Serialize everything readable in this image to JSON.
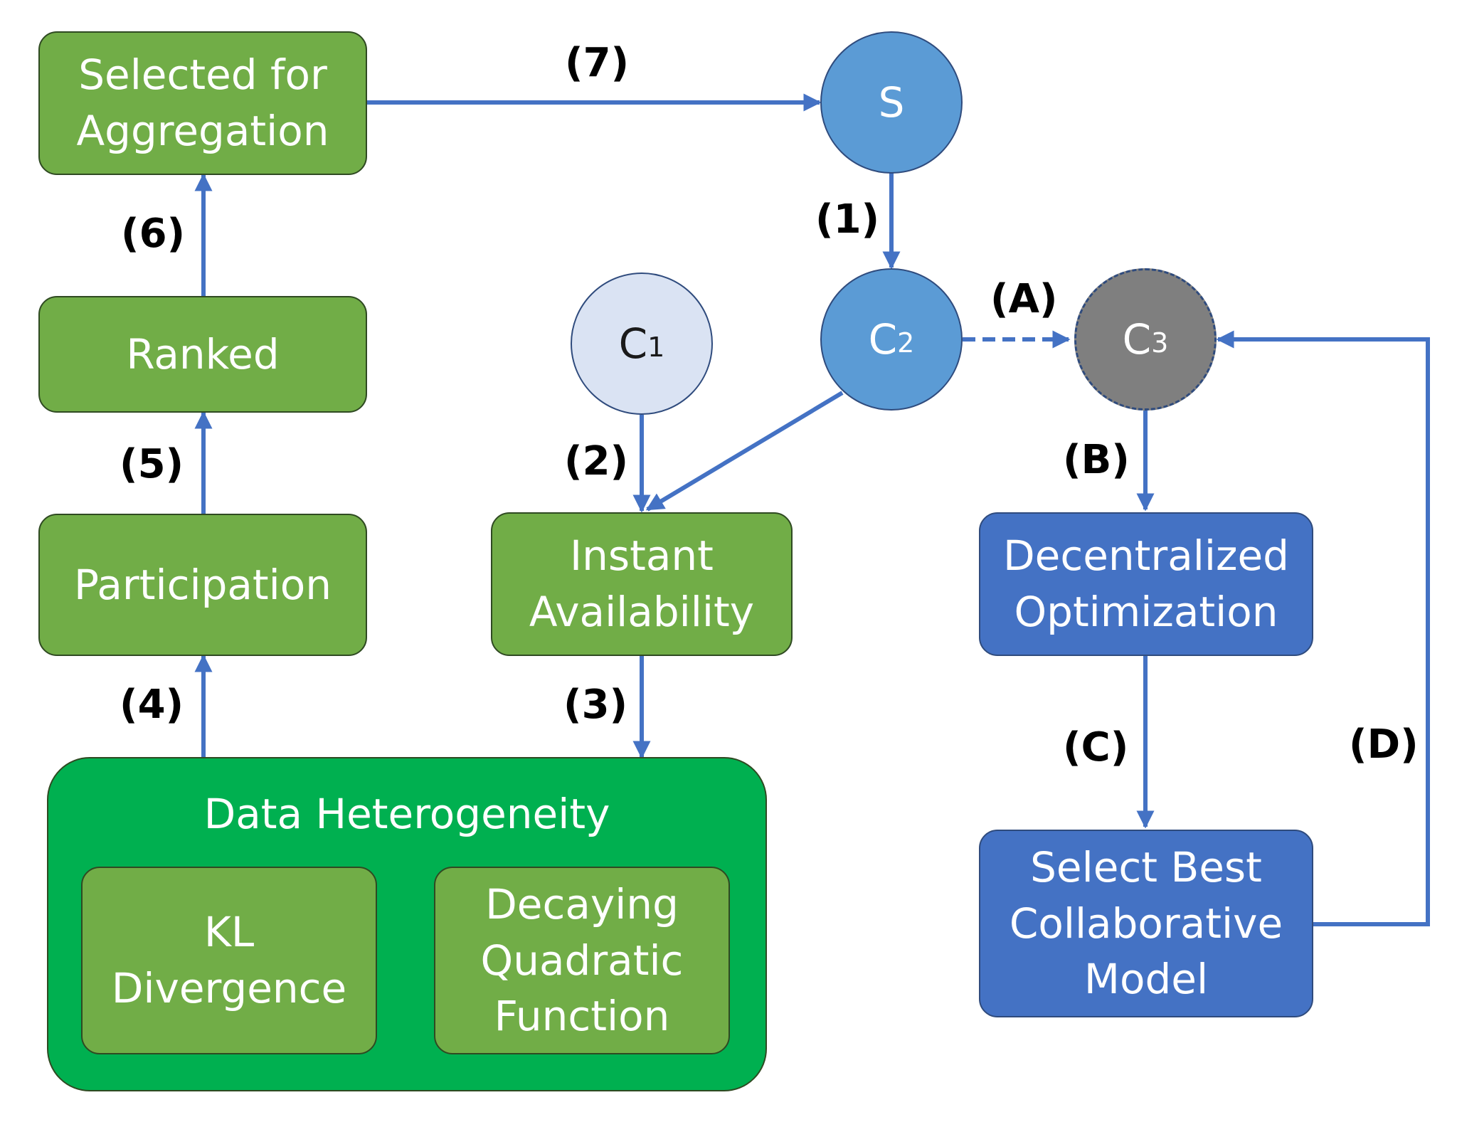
{
  "diagram": {
    "boxes": {
      "selected": "Selected for\nAggregation",
      "ranked": "Ranked",
      "participation": "Participation",
      "instant": "Instant\nAvailability",
      "heterogeneity": "Data Heterogeneity",
      "kl": "KL\nDivergence",
      "decaying": "Decaying\nQuadratic\nFunction",
      "decentralized": "Decentralized\nOptimization",
      "select_best": "Select Best\nCollaborative\nModel"
    },
    "nodes": {
      "s": "S",
      "c1": {
        "letter": "C",
        "sub": "1"
      },
      "c2": {
        "letter": "C",
        "sub": "2"
      },
      "c3": {
        "letter": "C",
        "sub": "3"
      }
    },
    "steps": {
      "s1": "(1)",
      "s2": "(2)",
      "s3": "(3)",
      "s4": "(4)",
      "s5": "(5)",
      "s6": "(6)",
      "s7": "(7)",
      "sa": "(A)",
      "sb": "(B)",
      "sc": "(C)",
      "sd": "(D)"
    },
    "colors": {
      "arrow": "#4472c4",
      "green_box": "#71ad47",
      "heterogeneity_box": "#00b050",
      "blue_box": "#4472c4",
      "node_blue": "#5b9bd5",
      "node_light": "#dae3f3",
      "node_gray": "#7f7f7f"
    }
  }
}
